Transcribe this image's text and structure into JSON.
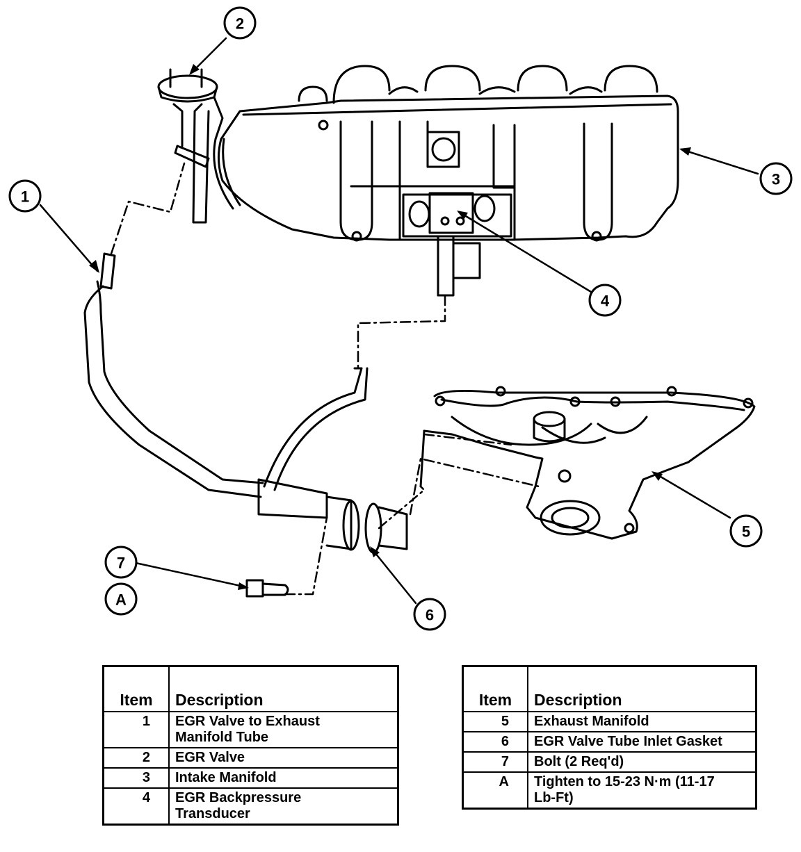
{
  "callouts": [
    "1",
    "2",
    "3",
    "4",
    "5",
    "6",
    "7",
    "A"
  ],
  "legend_left": {
    "header_item": "Item",
    "header_desc": "Description",
    "rows": [
      {
        "item": "1",
        "line1": "EGR Valve to Exhaust",
        "line2": "Manifold Tube"
      },
      {
        "item": "2",
        "line1": "EGR Valve",
        "line2": ""
      },
      {
        "item": "3",
        "line1": "Intake Manifold",
        "line2": ""
      },
      {
        "item": "4",
        "line1": "EGR Backpressure",
        "line2": "Transducer"
      }
    ]
  },
  "legend_right": {
    "header_item": "Item",
    "header_desc": "Description",
    "rows": [
      {
        "item": "5",
        "line1": "Exhaust Manifold",
        "line2": ""
      },
      {
        "item": "6",
        "line1": "EGR Valve Tube Inlet Gasket",
        "line2": ""
      },
      {
        "item": "7",
        "line1": "Bolt (2 Req'd)",
        "line2": ""
      },
      {
        "item": "A",
        "line1": "Tighten to 15-23 N·m (11-17",
        "line2": "Lb-Ft)"
      }
    ]
  }
}
